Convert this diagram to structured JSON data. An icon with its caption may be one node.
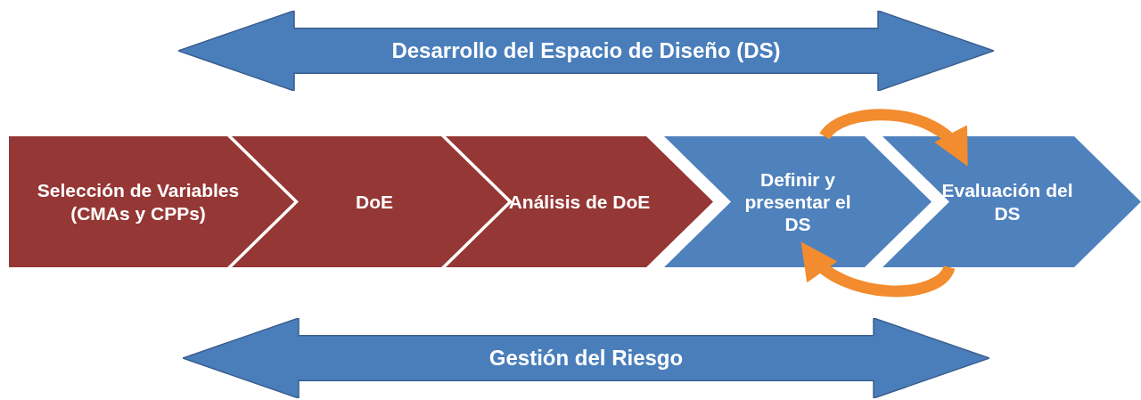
{
  "diagram": {
    "nodes": [
      {
        "text": [
          "Desarrollo del Espacio de Diseño (DS)"
        ]
      },
      {
        "text": [
          "Selección de Variables (CMAs y CPPs)"
        ]
      },
      {
        "text": [
          "DoE"
        ]
      },
      {
        "text": [
          "Análisis de DoE"
        ]
      },
      {
        "text": [
          "Definir y presentar el DS"
        ]
      },
      {
        "text": [
          "Evaluación del DS"
        ]
      },
      {
        "text": [
          "Gestión del Riesgo"
        ]
      }
    ],
    "edges": [
      {
        "from": 4,
        "to": 5,
        "arrow": "to"
      },
      {
        "from": 5,
        "to": 4,
        "arrow": "to"
      }
    ]
  }
}
